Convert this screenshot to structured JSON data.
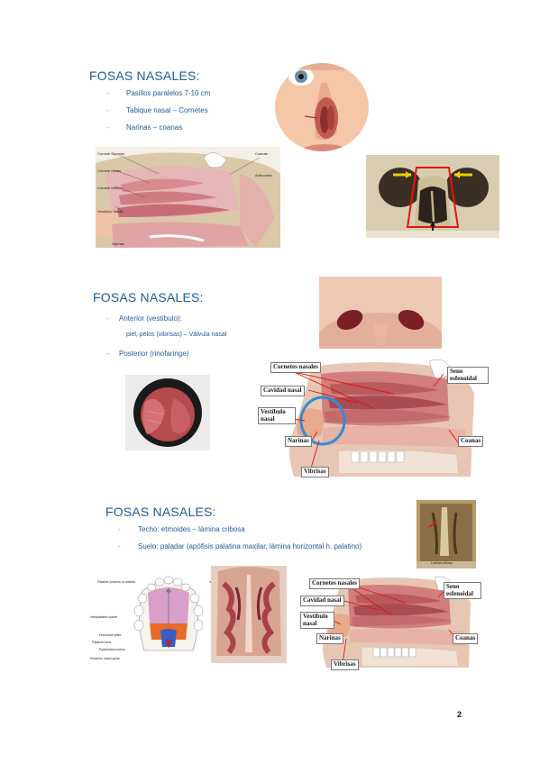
{
  "section1": {
    "title": "FOSAS NASALES:",
    "bullets": [
      "Pasillos paralelos 7-10 cm",
      "Tabique nasal – Cornetes",
      "Narinas – coanas"
    ],
    "figure_lateral_labels": [
      "Cornete Superior",
      "Cornete Medio",
      "Cornete Inferior",
      "Vestíbulo Nasal",
      "Narinas",
      "Coanas",
      "Adenoides"
    ]
  },
  "section2": {
    "title": "FOSAS NASALES:",
    "bullet_anterior": "Anterior (vestíbulo):",
    "sub_anterior": "piel, pelos (vibrisas) – Válvula nasal",
    "bullet_posterior": "Posterior (rinofaringe)",
    "figure_labels": {
      "cornetes": "Cornetes nasales",
      "cavidad": "Cavidad nasal",
      "vestibulo": "Vestíbulo nasal",
      "narinas": "Narinas",
      "vibrisas": "Vibrisas",
      "seno": "Seno esfenoidal",
      "coanas": "Coanas"
    }
  },
  "section3": {
    "title": "FOSAS NASALES:",
    "bullets": [
      "Techo: etmoides – lámina cribosa",
      "Suelo: paladar (apófisis palatina maxilar, lámina horizontal h. palatino)"
    ],
    "palate_labels": [
      "Palatine process of maxilla",
      "Incisive fossa",
      "Interpalatine suture",
      "Horizontal plate",
      "Palatine bone",
      "Pyramidal process",
      "Posterior nasal spine"
    ],
    "cribriform_label": "Lamina cribosa",
    "figure_labels": {
      "cornetes": "Cornetes nasales",
      "cavidad": "Cavidad nasal",
      "vestibulo": "Vestíbulo nasal",
      "narinas": "Narinas",
      "vibrisas": "Vibrisas",
      "seno": "Seno esfenoidal",
      "coanas": "Coanas"
    }
  },
  "page_number": "2"
}
